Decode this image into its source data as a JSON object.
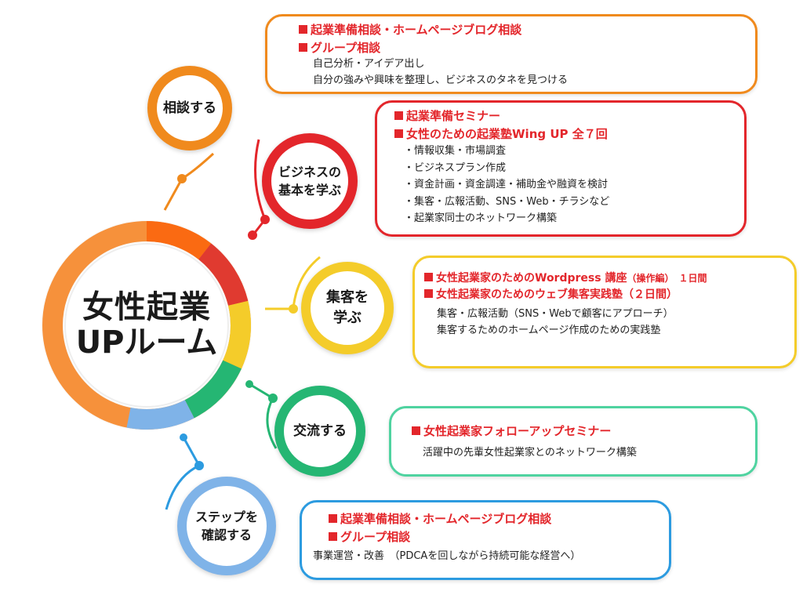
{
  "hub": {
    "line1": "女性起業",
    "line2": "UPルーム"
  },
  "colors": {
    "orange": "#f08a1d",
    "red": "#e3262b",
    "yellow": "#f4cc2a",
    "green": "#25b673",
    "blue": "#2c9be0",
    "light_blue": "#7fb3e8"
  },
  "steps": [
    {
      "label": "相談する",
      "headings": [
        "起業準備相談・ホームページブログ相談",
        "グループ相談"
      ],
      "lines": [
        "自己分析・アイデア出し",
        "自分の強みや興味を整理し、ビジネスのタネを見つける"
      ]
    },
    {
      "label": "ビジネスの\n基本を学ぶ",
      "headings": [
        "起業準備セミナー",
        "女性のための起業塾Wing UP 全７回"
      ],
      "lines": [
        "・情報収集・市場調査",
        "・ビジネスプラン作成",
        "・資金計画・資金調達・補助金や融資を検討",
        "・集客・広報活動、SNS・Web・チラシなど",
        "・起業家同士のネットワーク構築"
      ]
    },
    {
      "label": "集客を\n学ぶ",
      "headings": [
        "女性起業家のためのWordpress 講座",
        "女性起業家のためのウェブ集客実践塾（２日間）"
      ],
      "heading_suffix": {
        "pre": "（操作編）",
        "post": "１日間"
      },
      "lines": [
        "集客・広報活動（SNS・Webで顧客にアプローチ）",
        "集客するためのホームページ作成のための実践塾"
      ]
    },
    {
      "label": "交流する",
      "headings": [
        "女性起業家フォローアップセミナー"
      ],
      "lines": [
        "活躍中の先輩女性起業家とのネットワーク構築"
      ]
    },
    {
      "label": "ステップを\n確認する",
      "headings": [
        "起業準備相談・ホームページブログ相談",
        "グループ相談"
      ],
      "lines": [
        "事業運営・改善　（PDCAを回しながら持続可能な経営へ）"
      ]
    }
  ]
}
